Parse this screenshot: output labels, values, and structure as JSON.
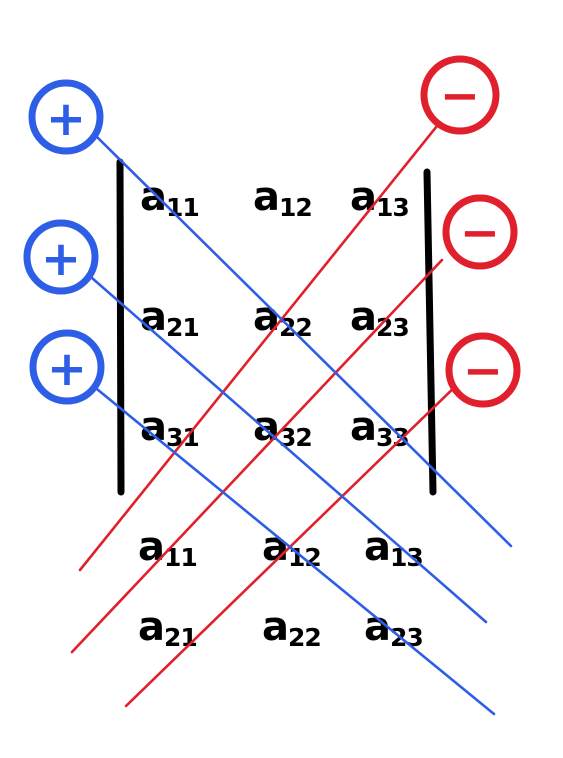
{
  "diagram": {
    "matrix_rows": [
      [
        "a11",
        "a12",
        "a13"
      ],
      [
        "a21",
        "a22",
        "a23"
      ],
      [
        "a31",
        "a32",
        "a33"
      ]
    ],
    "repeated_rows": [
      [
        "a11",
        "a12",
        "a13"
      ],
      [
        "a21",
        "a22",
        "a23"
      ]
    ],
    "plus_signs": [
      "+",
      "+",
      "+"
    ],
    "minus_signs": [
      "−",
      "−",
      "−"
    ],
    "colors": {
      "plus": "#2e5ee6",
      "minus": "#e0202c",
      "entries": "#000000",
      "bars": "#000000"
    }
  }
}
